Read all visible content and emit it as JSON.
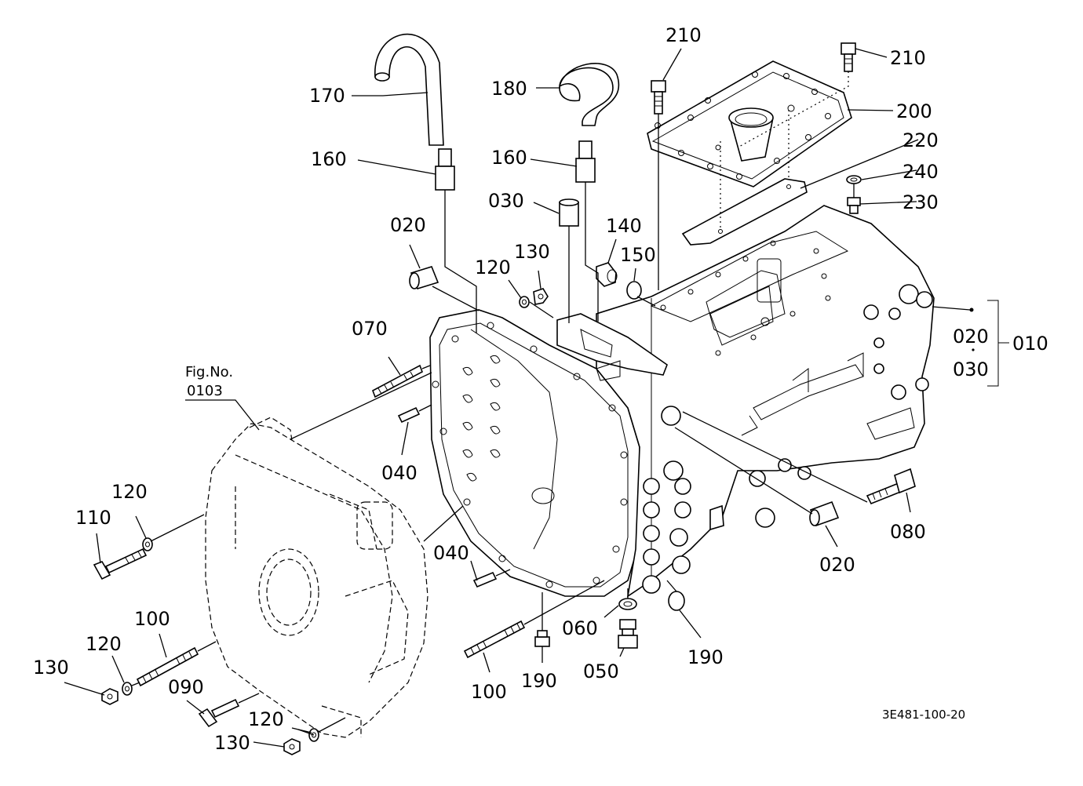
{
  "callouts": [
    {
      "id": "c170",
      "text": "170"
    },
    {
      "id": "c180",
      "text": "180"
    },
    {
      "id": "c160a",
      "text": "160"
    },
    {
      "id": "c160b",
      "text": "160"
    },
    {
      "id": "c030a",
      "text": "030"
    },
    {
      "id": "c020a",
      "text": "020"
    },
    {
      "id": "c120a",
      "text": "120"
    },
    {
      "id": "c130a",
      "text": "130"
    },
    {
      "id": "c140",
      "text": "140"
    },
    {
      "id": "c150",
      "text": "150"
    },
    {
      "id": "c210a",
      "text": "210"
    },
    {
      "id": "c210b",
      "text": "210"
    },
    {
      "id": "c200",
      "text": "200"
    },
    {
      "id": "c220",
      "text": "220"
    },
    {
      "id": "c240",
      "text": "240"
    },
    {
      "id": "c230",
      "text": "230"
    },
    {
      "id": "c020b",
      "text": "020"
    },
    {
      "id": "c030b",
      "text": "030"
    },
    {
      "id": "c010",
      "text": "010"
    },
    {
      "id": "c070",
      "text": "070"
    },
    {
      "id": "c040a",
      "text": "040"
    },
    {
      "id": "c040b",
      "text": "040"
    },
    {
      "id": "c120b",
      "text": "120"
    },
    {
      "id": "c110",
      "text": "110"
    },
    {
      "id": "c100a",
      "text": "100"
    },
    {
      "id": "c120c",
      "text": "120"
    },
    {
      "id": "c130b",
      "text": "130"
    },
    {
      "id": "c090",
      "text": "090"
    },
    {
      "id": "c120d",
      "text": "120"
    },
    {
      "id": "c130c",
      "text": "130"
    },
    {
      "id": "c100b",
      "text": "100"
    },
    {
      "id": "c190a",
      "text": "190"
    },
    {
      "id": "c060",
      "text": "060"
    },
    {
      "id": "c050",
      "text": "050"
    },
    {
      "id": "c190b",
      "text": "190"
    },
    {
      "id": "c080",
      "text": "080"
    },
    {
      "id": "c020c",
      "text": "020"
    }
  ],
  "figure_ref": {
    "line1": "Fig.No.",
    "line2": "0103"
  },
  "drawing_code": "3E481-100-20"
}
